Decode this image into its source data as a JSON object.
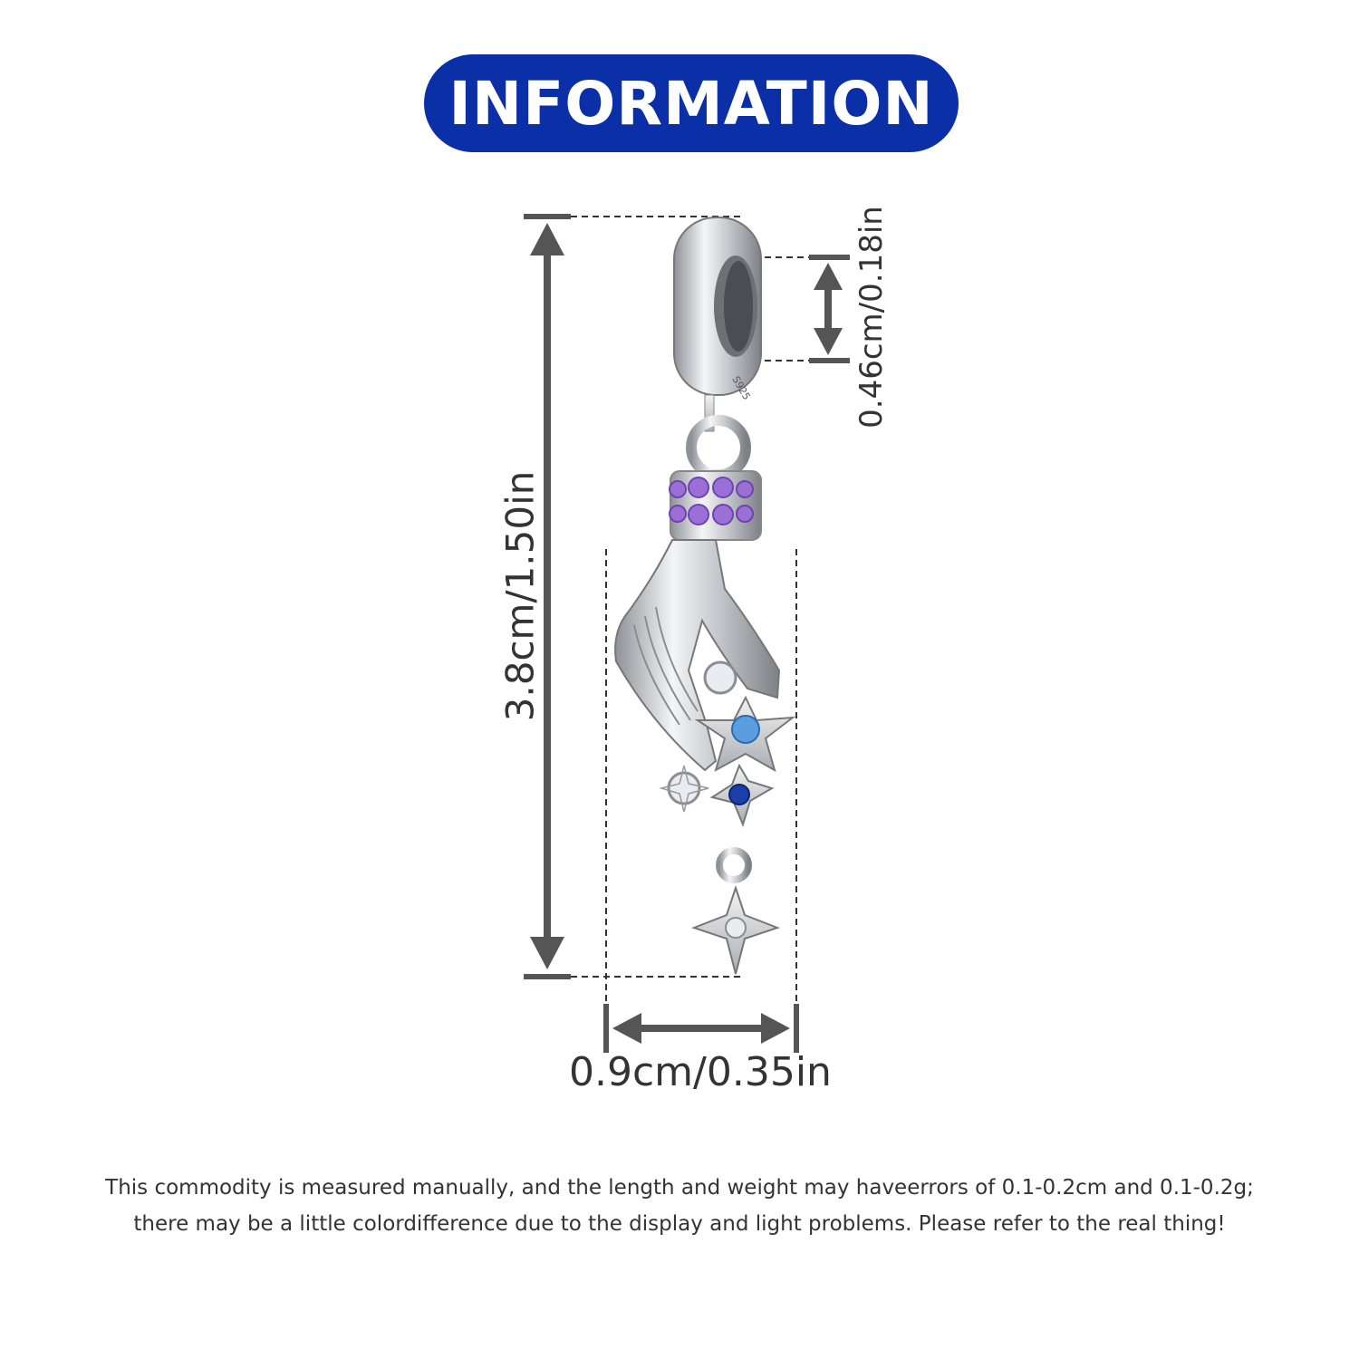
{
  "header": {
    "title": "INFORMATION",
    "color": "#0a2fa7"
  },
  "dimensions": {
    "height_label": "3.8cm/1.50in",
    "width_label": "0.9cm/0.35in",
    "hole_label": "0.46cm/0.18in"
  },
  "product": {
    "stamp": "S925",
    "stone_colors": {
      "purple": "#9b6fd6",
      "light_blue": "#5a9ee0",
      "dark_blue": "#1a3fa8",
      "clear": "#e9edf2"
    }
  },
  "disclaimer": {
    "line1": "This commodity is measured manually, and the length and weight may haveerrors of 0.1-0.2cm and 0.1-0.2g;",
    "line2": "there may be a little colordifference due to the display and light problems. Please refer to the real thing!"
  }
}
